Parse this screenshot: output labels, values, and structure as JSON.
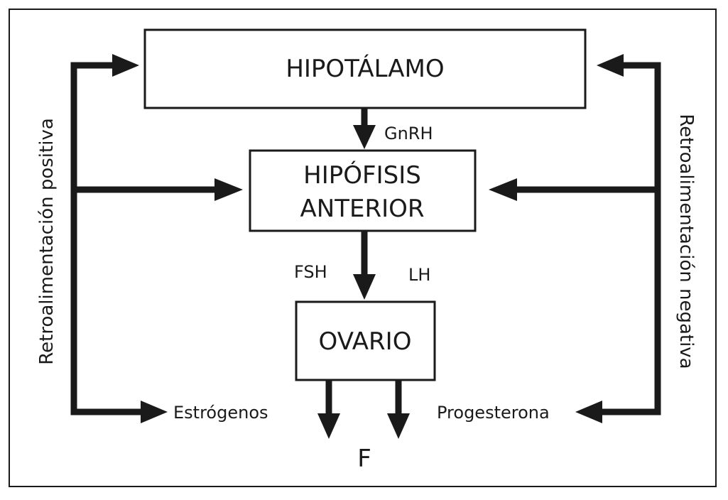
{
  "boxes": {
    "hypothalamus": "HIPOTÁLAMO",
    "pituitary_line1": "HIPÓFISIS",
    "pituitary_line2": "ANTERIOR",
    "ovary": "OVARIO"
  },
  "hormones": {
    "gnrh": "GnRH",
    "fsh": "FSH",
    "lh": "LH",
    "estrogens": "Estrógenos",
    "progesterone": "Progesterona"
  },
  "feedback": {
    "positive": "Retroalimentación positiva",
    "negative": "Retroalimentación negativa"
  },
  "output_label": "F"
}
